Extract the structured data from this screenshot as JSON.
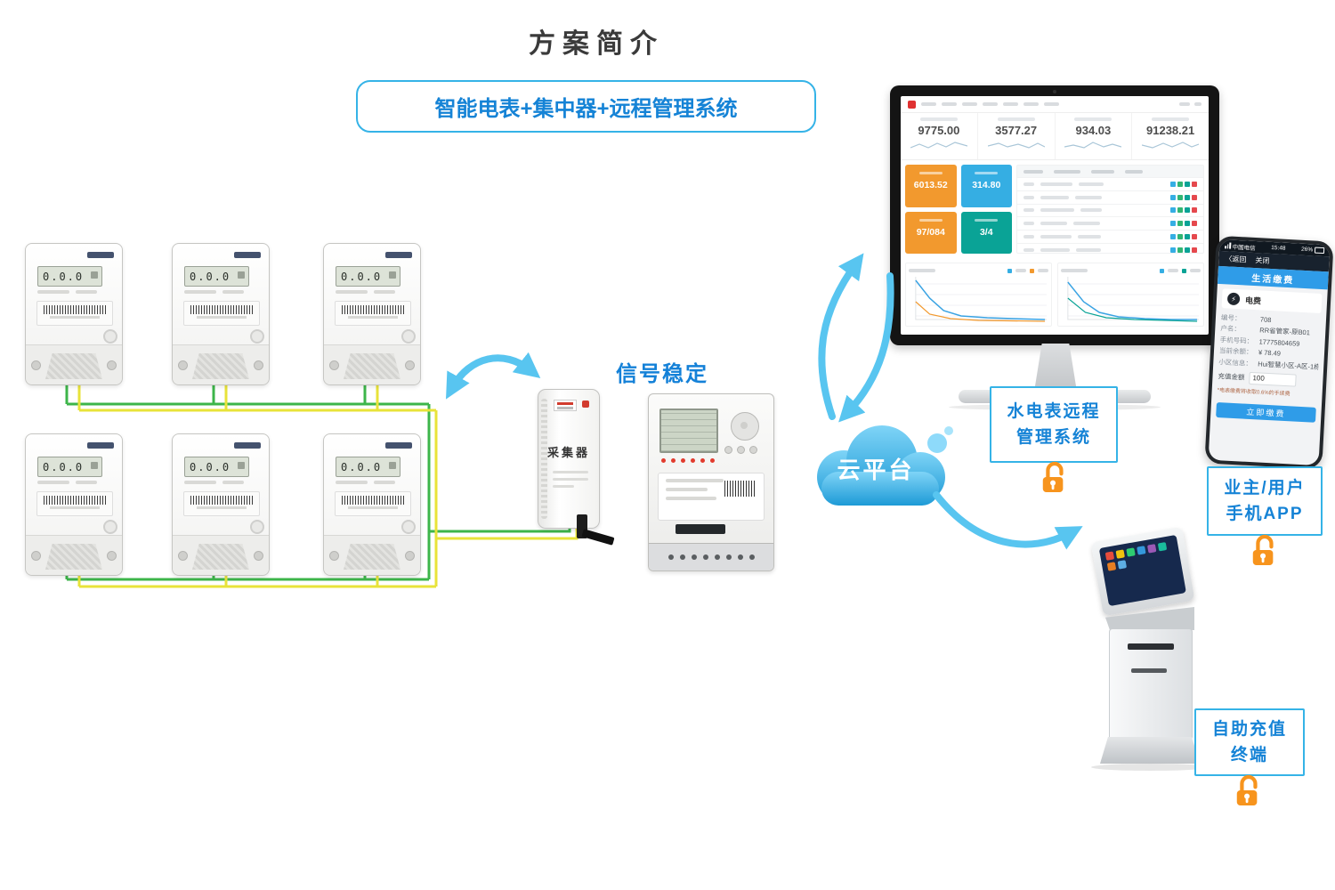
{
  "title": "方案简介",
  "subtitle": "智能电表+集中器+远程管理系统",
  "signal_label": "信号稳定",
  "collector": {
    "label": "采集器"
  },
  "cloud": {
    "label": "云平台"
  },
  "meter": {
    "display": "0.0.0"
  },
  "info_boxes": {
    "management": {
      "line1": "水电表远程",
      "line2": "管理系统"
    },
    "owner_app": {
      "line1": "业主/用户",
      "line2": "手机APP"
    },
    "recharge": {
      "line1": "自助充值",
      "line2": "终端"
    }
  },
  "dashboard": {
    "stats": [
      {
        "value": "9775.00"
      },
      {
        "value": "3577.27"
      },
      {
        "value": "934.03"
      },
      {
        "value": "91238.21"
      }
    ],
    "kpis": [
      {
        "value": "6013.52"
      },
      {
        "value": "314.80"
      },
      {
        "value": "97/084"
      },
      {
        "value": "3/4"
      }
    ]
  },
  "phone": {
    "carrier": "中国电信",
    "time": "15:48",
    "battery": "26%",
    "nav_back": "〈返回",
    "nav_close": "关闭",
    "banner": "生活缴费",
    "bolt": "⚡",
    "service": "电费",
    "rows": [
      {
        "label": "编号：",
        "value": "708"
      },
      {
        "label": "户名：",
        "value": "RR省管家-原B01"
      },
      {
        "label": "手机号码：",
        "value": "17775804659"
      },
      {
        "label": "当前余额：",
        "value": "¥ 78.49"
      },
      {
        "label": "小区信息：",
        "value": "Hui智慧小区-A区-1栋"
      }
    ],
    "amount_label": "充值金额",
    "amount_value": "100",
    "note": "*电表缴费将收取0.6%的手续费",
    "pay_button": "立即缴费"
  },
  "colors": {
    "accent_blue": "#29abe2",
    "text_blue": "#1583d6",
    "arrow_blue": "#58c5f0",
    "wire_green": "#3db54a",
    "wire_yellow": "#e8e33a",
    "lock_orange": "#f7941d",
    "kpi_orange": "#f2992e",
    "kpi_blue": "#35aee3",
    "kpi_teal": "#0aa396"
  }
}
